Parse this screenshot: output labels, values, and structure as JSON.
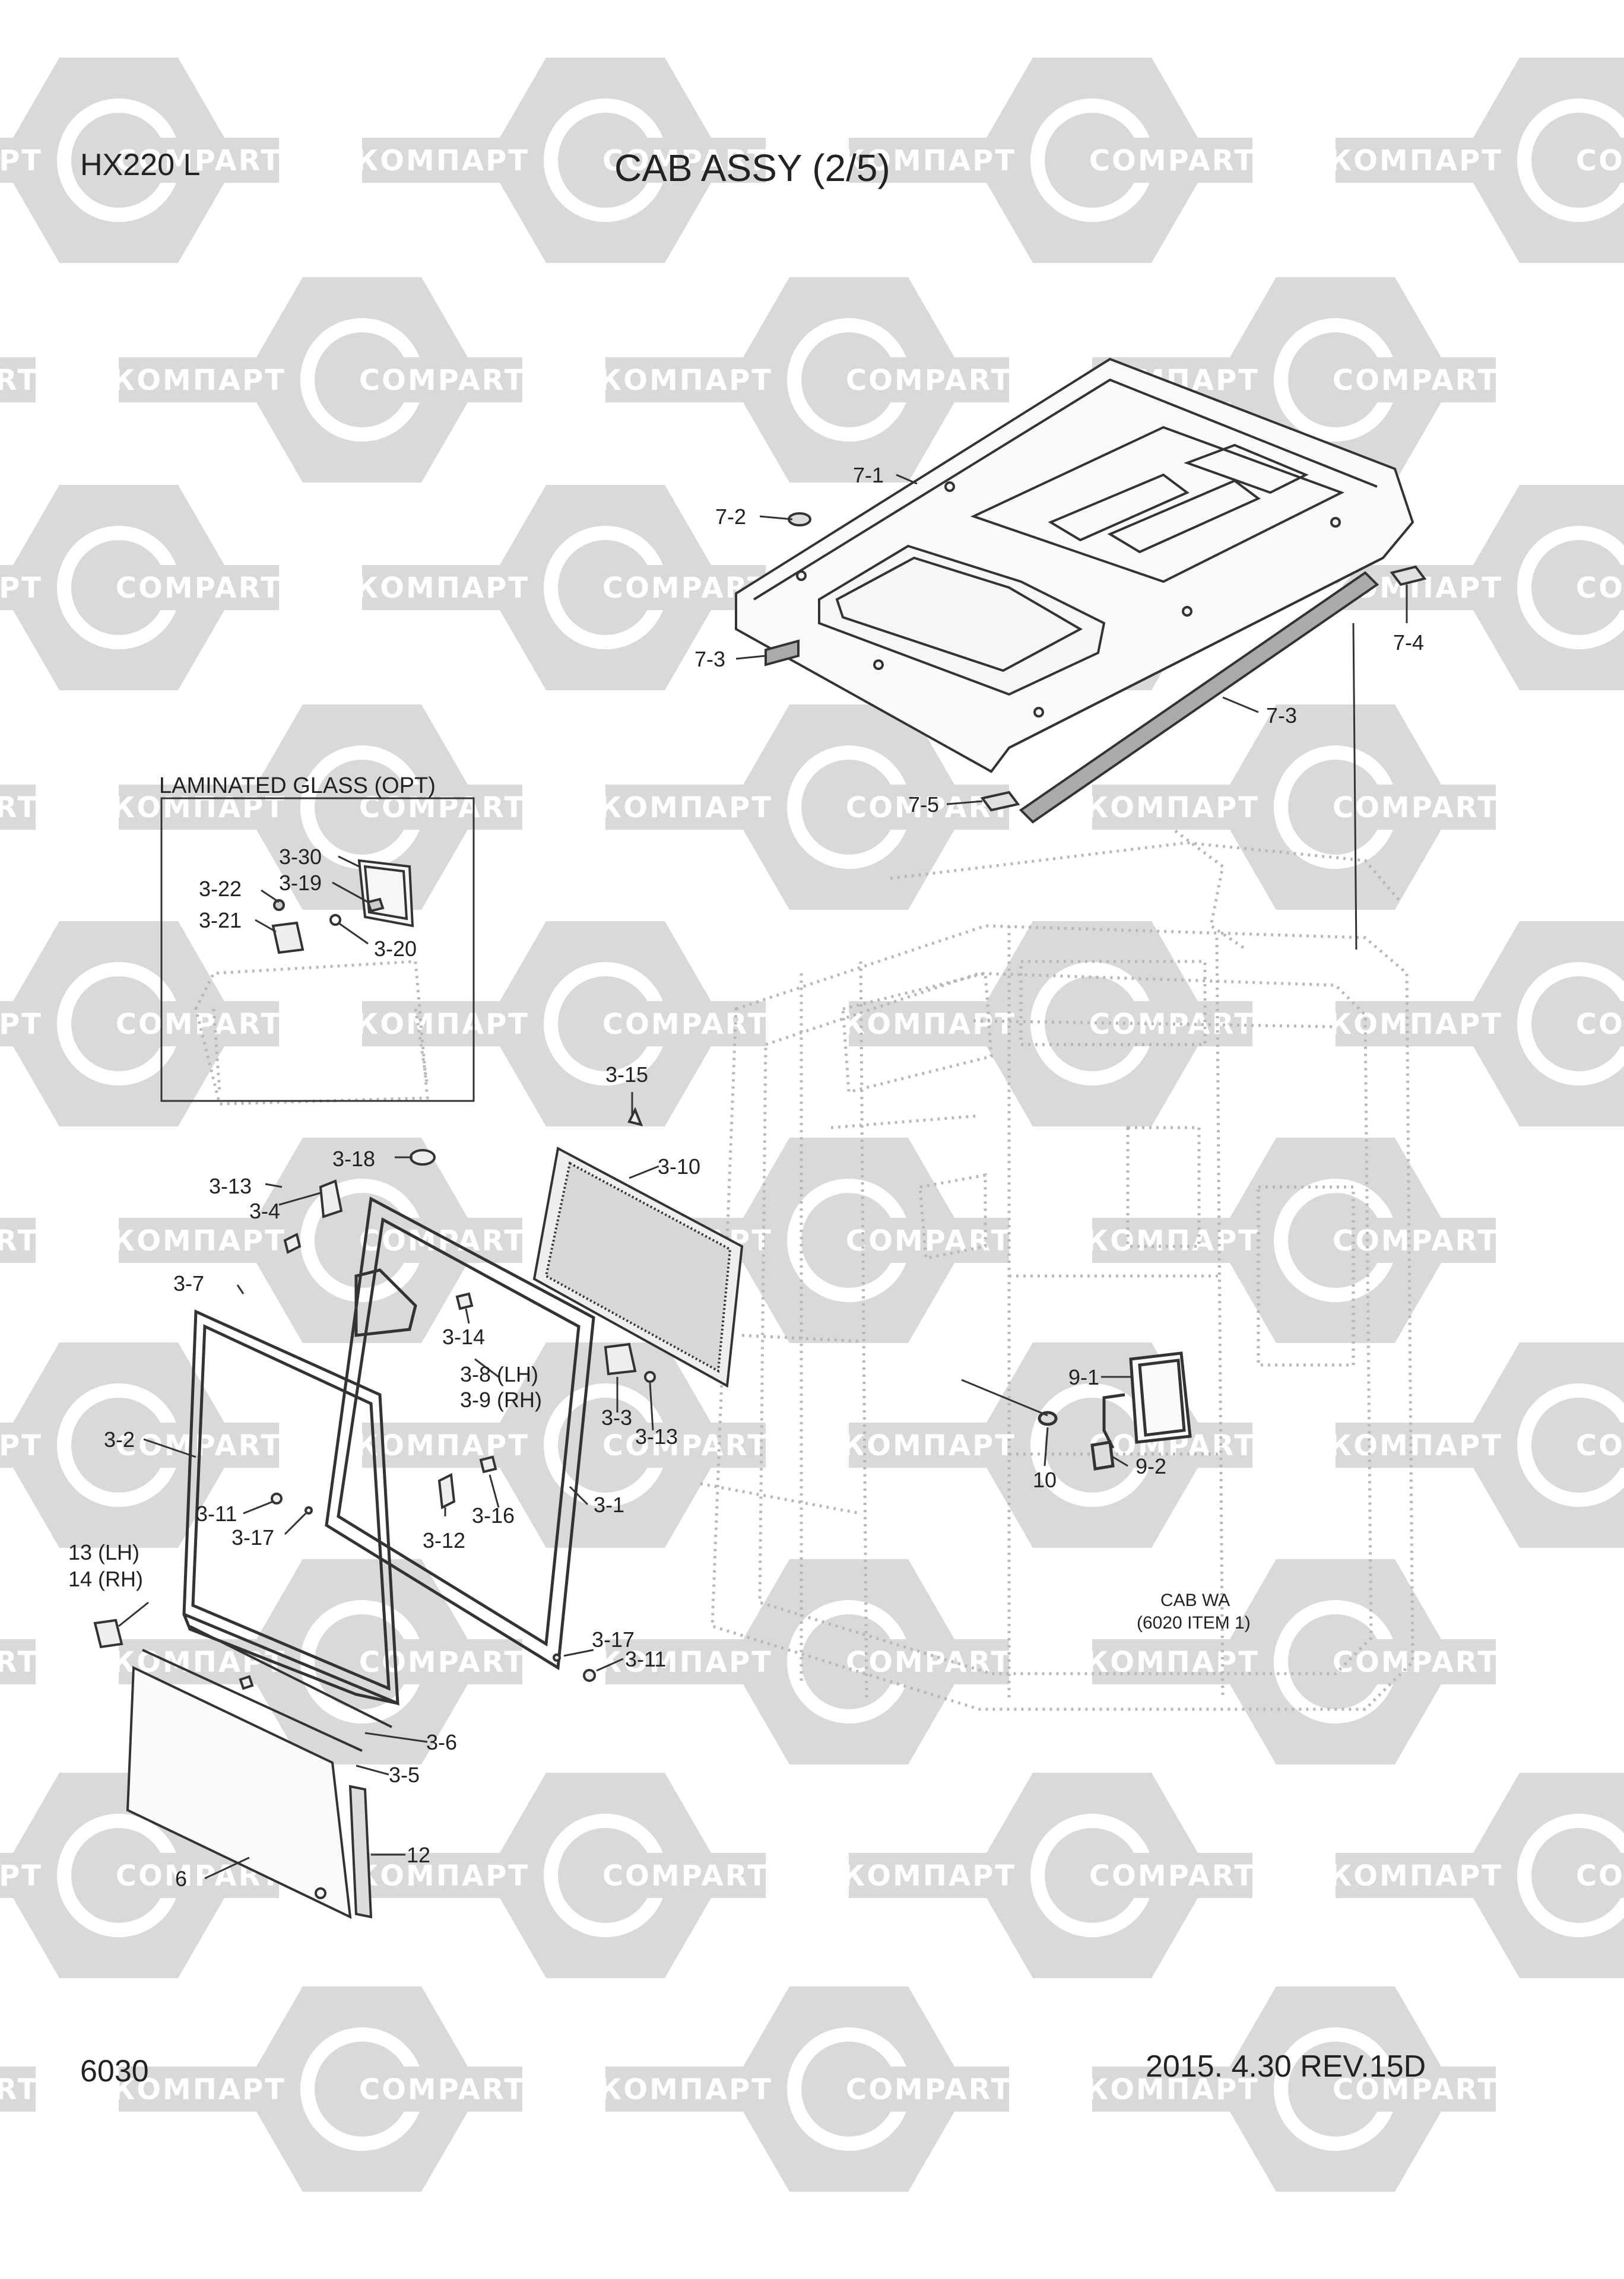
{
  "header": {
    "model": "HX220 L",
    "title": "CAB ASSY (2/5)"
  },
  "footer": {
    "page_number": "6030",
    "date_rev": "2015. 4.30  REV.15D"
  },
  "watermark": {
    "text_cyrillic": "КОМПАРТ",
    "text_latin": "COMPART",
    "color": "#d9d9d9"
  },
  "inset": {
    "title": "LAMINATED GLASS (OPT)"
  },
  "notes": {
    "cab_line1": "CAB WA",
    "cab_line2": "(6020 ITEM 1)"
  },
  "callouts": {
    "c7_1": "7-1",
    "c7_2": "7-2",
    "c7_3a": "7-3",
    "c7_3b": "7-3",
    "c7_4": "7-4",
    "c7_5": "7-5",
    "c3_30": "3-30",
    "c3_19": "3-19",
    "c3_22": "3-22",
    "c3_21": "3-21",
    "c3_20": "3-20",
    "c3_15": "3-15",
    "c3_18": "3-18",
    "c3_10": "3-10",
    "c3_13a": "3-13",
    "c3_4": "3-4",
    "c3_7": "3-7",
    "c3_14": "3-14",
    "c3_8": "3-8 (LH)",
    "c3_9": "3-9 (RH)",
    "c3_3": "3-3",
    "c3_13b": "3-13",
    "c3_2": "3-2",
    "c3_11a": "3-11",
    "c3_17a": "3-17",
    "c3_12": "3-12",
    "c3_16": "3-16",
    "c3_1": "3-1",
    "c13": "13 (LH)",
    "c14": "14 (RH)",
    "c3_17b": "3-17",
    "c3_11b": "3-11",
    "c3_6": "3-6",
    "c3_5": "3-5",
    "c12": "12",
    "c6": "6",
    "c9_1": "9-1",
    "c9_2": "9-2",
    "c10": "10"
  }
}
